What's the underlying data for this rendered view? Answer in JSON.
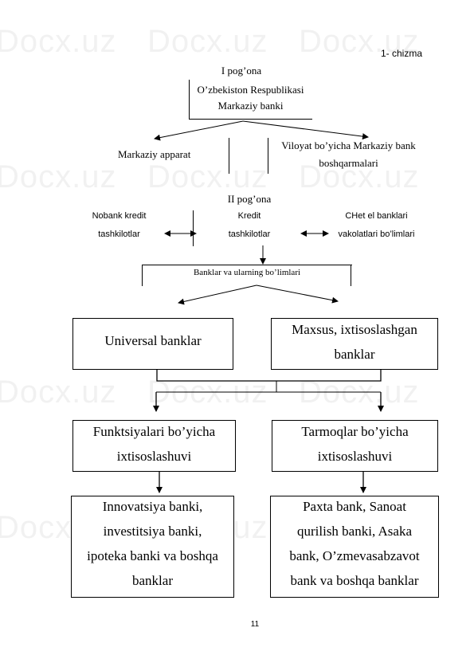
{
  "watermark": "Docx.uz",
  "figure_label": "1- chizma",
  "level1": {
    "title": "I pog’ona",
    "central_bank": [
      "O’zbekiston Respublikasi",
      "Markaziy banki"
    ],
    "apparatus": "Markaziy apparat",
    "regional": [
      "Viloyat bo’yicha Markaziy bank",
      "boshqarmalari"
    ]
  },
  "level2": {
    "title": "II pog’ona",
    "nonbank": [
      "Nobank kredit",
      "tashkilotlar"
    ],
    "credit": [
      "Kredit",
      "tashkilotlar"
    ],
    "foreign": [
      "CHet el banklari",
      "vakolatlari bo’limlari"
    ],
    "banks_branches": "Banklar va ularning bo’limlari"
  },
  "universal": "Universal banklar",
  "specialized": [
    "Maxsus, ixtisoslashgan",
    "banklar"
  ],
  "functional": [
    "Funktsiyalari bo’yicha",
    "ixtisoslashuvi"
  ],
  "sectoral": [
    "Tarmoqlar bo’yicha",
    "ixtisoslashuvi"
  ],
  "functional_examples": [
    "Innovatsiya banki,",
    "investitsiya banki,",
    "ipoteka banki va boshqa",
    "banklar"
  ],
  "sectoral_examples": [
    "Paxta bank, Sanoat",
    "qurilish banki, Asaka",
    "bank, O’zmevasabzavot",
    "bank va boshqa banklar"
  ],
  "page_number": "11"
}
